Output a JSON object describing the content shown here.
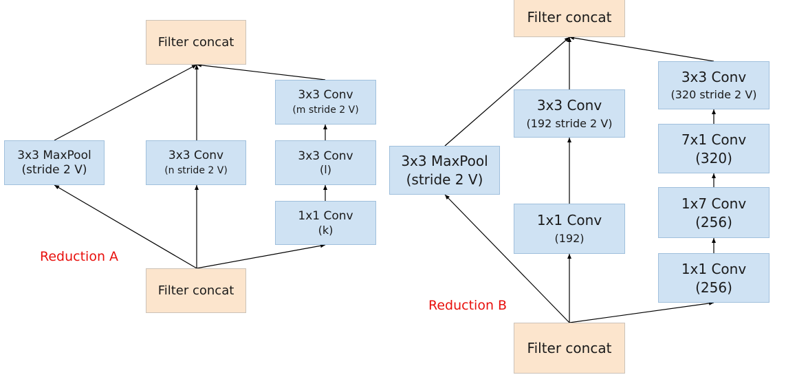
{
  "reduction_a": {
    "label": "Reduction A",
    "filter_concat_top": "Filter concat",
    "maxpool_title": "3x3 MaxPool",
    "maxpool_sub": "(stride 2 V)",
    "conv_mid_title": "3x3 Conv",
    "conv_mid_sub": "(n stride 2 V)",
    "conv_right_top_title": "3x3 Conv",
    "conv_right_top_sub": "(m stride 2 V)",
    "conv_right_mid_title": "3x3 Conv",
    "conv_right_mid_sub": "(l)",
    "conv_right_bot_title": "1x1 Conv",
    "conv_right_bot_sub": "(k)",
    "filter_concat_bottom": "Filter concat"
  },
  "reduction_b": {
    "label": "Reduction B",
    "filter_concat_top": "Filter concat",
    "maxpool_title": "3x3 MaxPool",
    "maxpool_sub": "(stride 2 V)",
    "conv_mid_top_title": "3x3 Conv",
    "conv_mid_top_sub": "(192 stride 2 V)",
    "conv_mid_bot_title": "1x1 Conv",
    "conv_mid_bot_sub": "(192)",
    "conv_r1_title": "3x3 Conv",
    "conv_r1_sub": "(320 stride 2 V)",
    "conv_r2_title": "7x1 Conv",
    "conv_r2_sub": "(320)",
    "conv_r3_title": "1x7 Conv",
    "conv_r3_sub": "(256)",
    "conv_r4_title": "1x1 Conv",
    "conv_r4_sub": "(256)",
    "filter_concat_bottom": "Filter concat"
  },
  "colors": {
    "conv_fill": "#cfe2f3",
    "concat_fill": "#fce5cd",
    "label_red": "#e8100d",
    "arrow": "#000000"
  }
}
